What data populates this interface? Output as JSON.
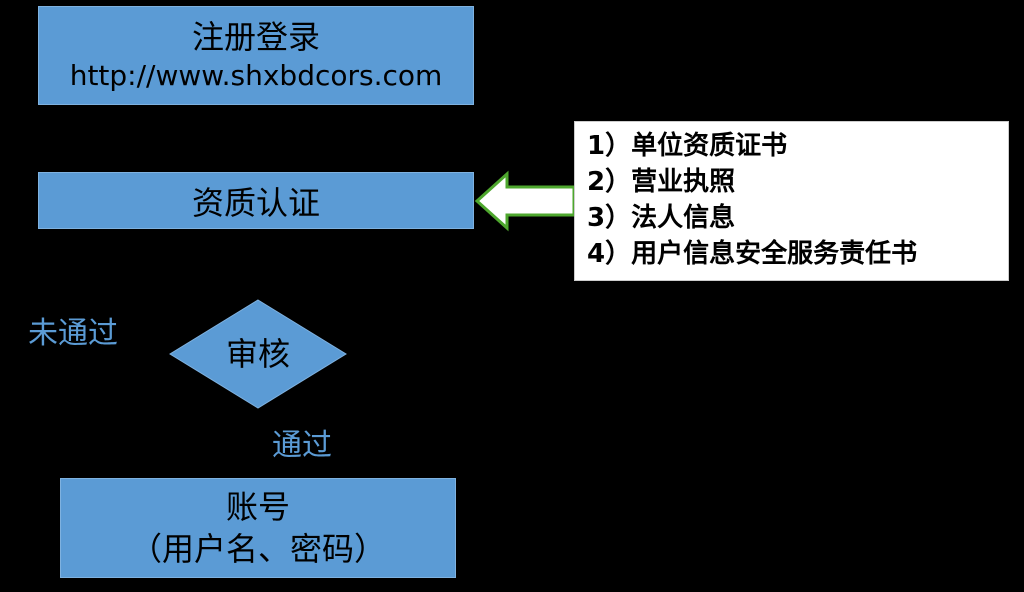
{
  "register": {
    "title": "注册登录",
    "url": "http://www.shxbdcors.com"
  },
  "qualification": {
    "label": "资质认证"
  },
  "requirements": {
    "items": [
      "1）单位资质证书",
      "2）营业执照",
      "3）法人信息",
      "4）用户信息安全服务责任书"
    ]
  },
  "review": {
    "label": "审核",
    "fail_label": "未通过",
    "pass_label": "通过"
  },
  "account": {
    "title": "账号",
    "subtitle": "（用户名、密码）"
  },
  "colors": {
    "box_fill": "#5b9bd5",
    "label_text": "#5b9bd5",
    "arrow_fill": "#ffffff",
    "arrow_stroke": "#4ea72e",
    "background": "#000000"
  }
}
